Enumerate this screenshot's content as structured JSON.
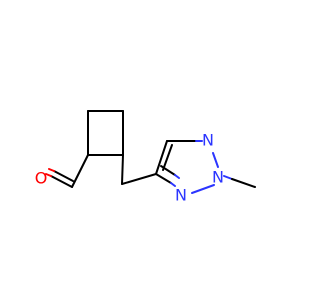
{
  "atoms": {
    "oxygen": "O",
    "nitrogen_top": "N",
    "nitrogen_middle": "N",
    "nitrogen_bottom": "N"
  },
  "colors": {
    "bond": "#000000",
    "oxygen": "#ff0000",
    "nitrogen": "#2b35ff",
    "background": "#ffffff"
  }
}
